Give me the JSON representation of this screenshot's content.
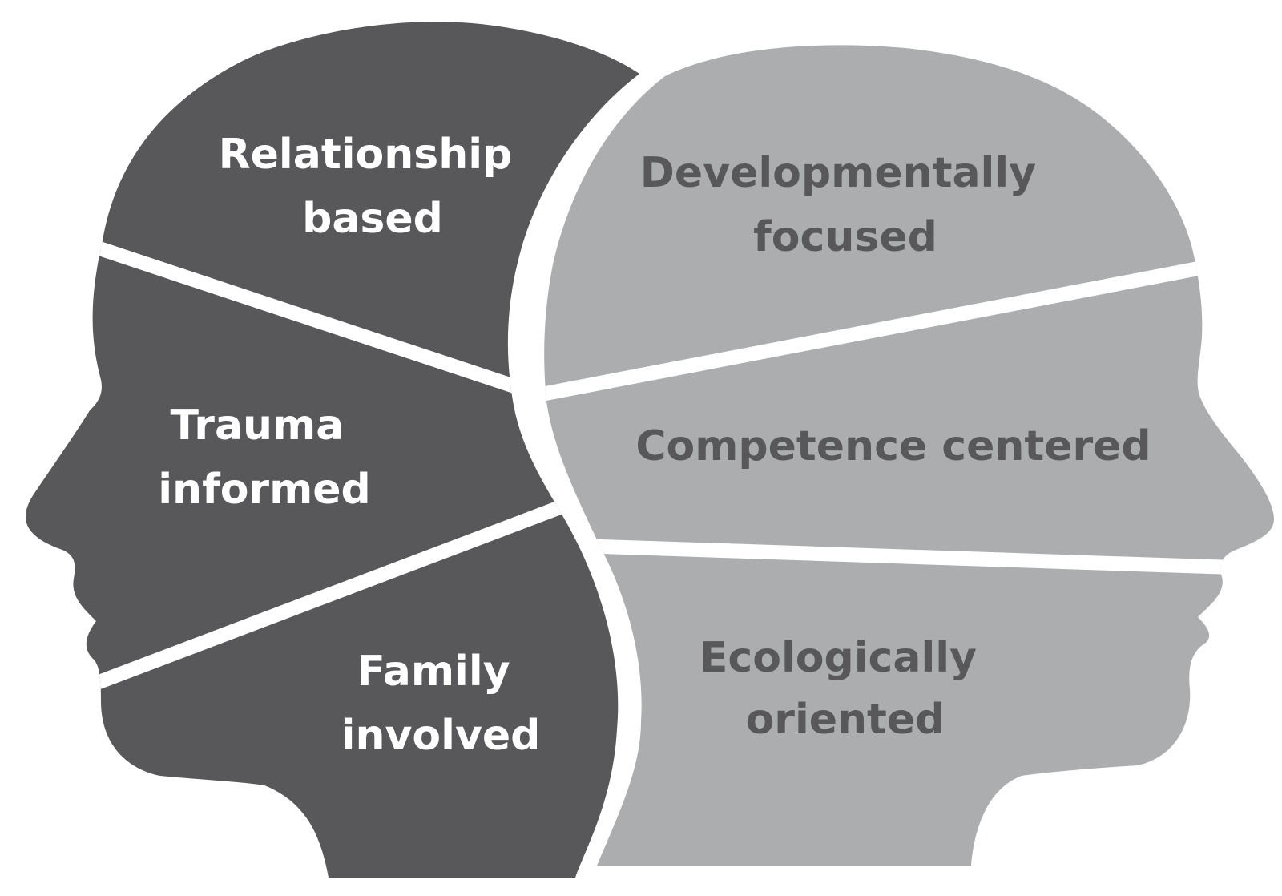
{
  "colors": {
    "dark_head": "#58585a",
    "light_head": "#acadaf",
    "divider": "#ffffff",
    "dark_text": "#ffffff",
    "light_text": "#58585a"
  },
  "left_head": {
    "segments": [
      {
        "lines": [
          "Relationship",
          "based"
        ]
      },
      {
        "lines": [
          "Trauma",
          "informed"
        ]
      },
      {
        "lines": [
          "Family",
          "involved"
        ]
      }
    ]
  },
  "right_head": {
    "segments": [
      {
        "lines": [
          "Developmentally",
          "focused"
        ]
      },
      {
        "lines": [
          "Competence centered"
        ]
      },
      {
        "lines": [
          "Ecologically",
          "oriented"
        ]
      }
    ]
  }
}
